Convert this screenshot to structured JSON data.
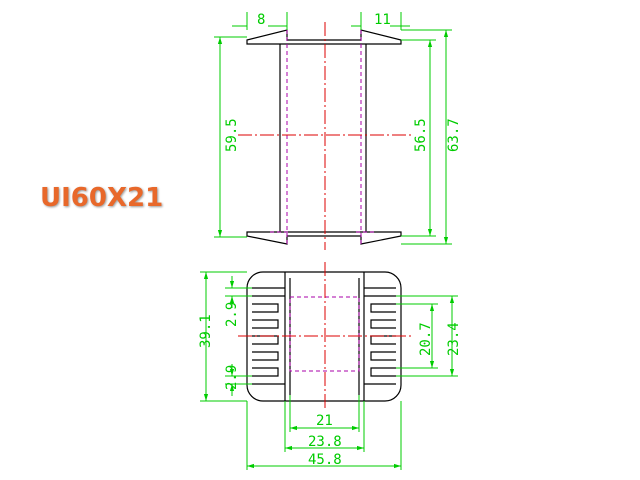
{
  "title": "UI60X21",
  "dimensions": {
    "top_flange_left": "8",
    "top_flange_right": "11",
    "height_left": "59.5",
    "height_inner": "56.5",
    "height_outer": "63.7",
    "bottom_gap_top": "2.9",
    "bottom_gap_bottom": "2.9",
    "bottom_height_total": "39.1",
    "bottom_inner_height": "20.7",
    "bottom_outer_height": "23.4",
    "bottom_core_width": "21",
    "bottom_inner_width": "23.8",
    "bottom_total_width": "45.8"
  },
  "colors": {
    "dimension": "#00cc00",
    "outline": "#000000",
    "hidden": "#aa00aa",
    "centerline": "#dd0000",
    "title": "#e8682a"
  }
}
